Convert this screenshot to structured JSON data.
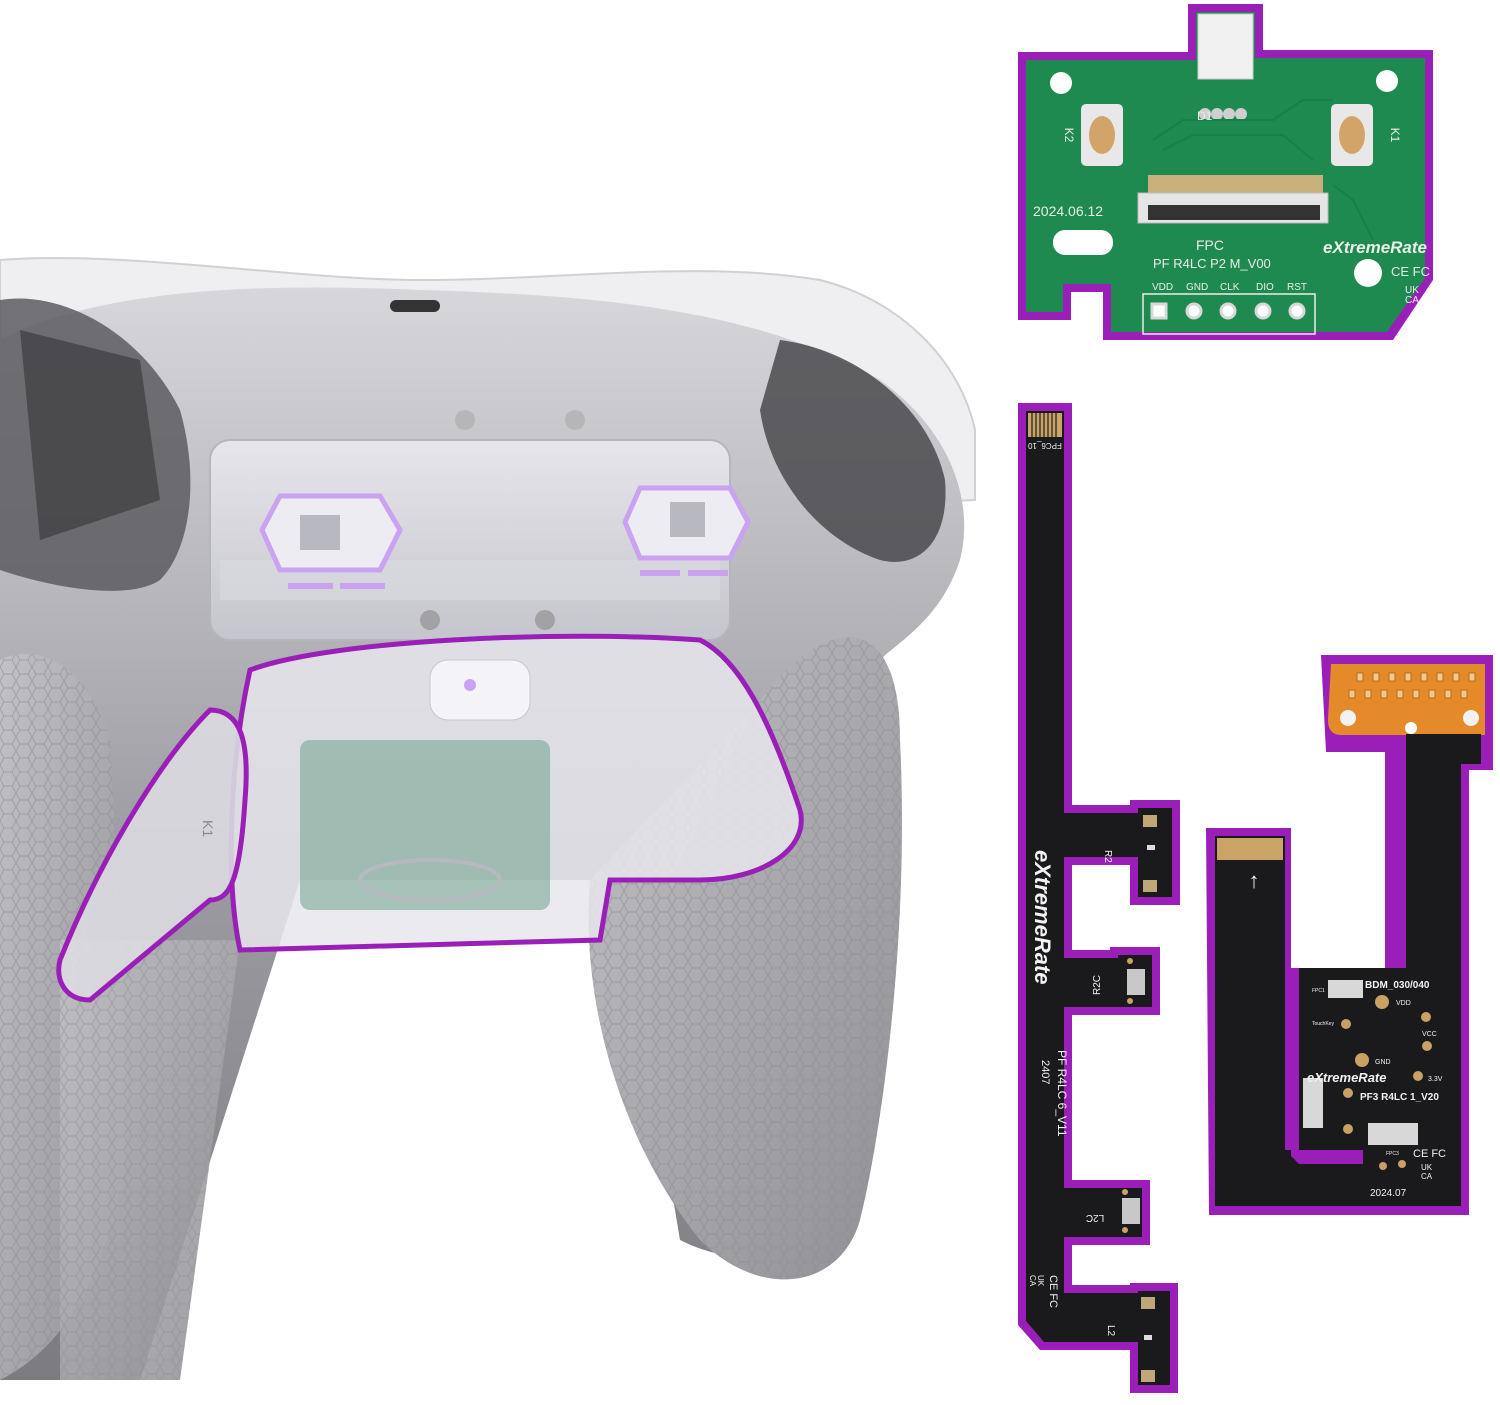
{
  "scene": {
    "description": "Product photo: translucent game controller back with remappable back paddles, plus three replacement circuit boards outlined in purple",
    "colors": {
      "background": "#ffffff",
      "outline_purple": "#9a1fb8",
      "pcb_green": "#1f8a4f",
      "flex_black": "#1a1a1c",
      "flex_orange": "#e48a2a",
      "controller_grey": "#8e8e93",
      "grip_grey": "#a9a9ad",
      "led_violet": "#c9a2f0"
    }
  },
  "green_board": {
    "labels": {
      "k1": "K1",
      "k2": "K2",
      "d1": "D1",
      "date": "2024.06.12",
      "fpc": "FPC",
      "model": "PF R4LC P2 M_V00",
      "brand": "eXtremeRate",
      "cert": "CE FC",
      "ukca_top": "UK",
      "ukca_bottom": "CA"
    },
    "pins": [
      "VDD",
      "GND",
      "CLK",
      "DIO",
      "RST"
    ]
  },
  "long_flex": {
    "labels": {
      "top_connector": "FPC6_10",
      "brand": "eXtremeRate",
      "r2": "R2",
      "r2c": "R2C",
      "model": "PF R4LC 6_V11",
      "date": "2407",
      "l2c": "L2C",
      "cert": "CE FC",
      "ukca_top": "UK",
      "ukca_bottom": "CA",
      "l2": "L2"
    }
  },
  "right_flex": {
    "labels": {
      "arrow": "↑",
      "chip": "BDM_030/040",
      "fpc1": "FPC1",
      "vdd": "VDD",
      "touchkey": "TouchKey",
      "vcc": "VCC",
      "gnd": "GND",
      "brand": "eXtremeRate",
      "v33": "3.3V",
      "model": "PF3 R4LC 1_V20",
      "fpc3": "FPC3",
      "cert": "CE FC",
      "ukca_top": "UK",
      "ukca_bottom": "CA",
      "date": "2024.07"
    }
  },
  "controller": {
    "paddle_label": "K1"
  }
}
